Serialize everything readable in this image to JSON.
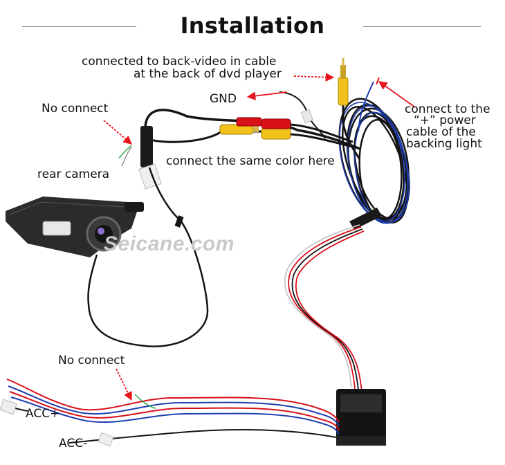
{
  "title": "Installation",
  "watermark": "Seicane.com",
  "labels": {
    "back_video_line1": "connected to back-video in cable",
    "back_video_line2": "at the back of dvd player",
    "gnd": "GND",
    "no_connect_top": "No connect",
    "power_line1": "connect to the",
    "power_line2": "“+”  power",
    "power_line3": "cable of the",
    "power_line4": "backing light",
    "same_color": "connect the same color here",
    "rear_camera": "rear camera",
    "no_connect_bottom": "No connect",
    "acc_plus": "ACC+",
    "acc_minus": "ACC-"
  },
  "colors": {
    "arrow": "#e8141b",
    "wire_black": "#141414",
    "rca_yellow": "#f2c21b",
    "rca_red": "#d8101a",
    "wire_blue": "#1f3fb0",
    "camera_body": "#2b2b2b"
  }
}
